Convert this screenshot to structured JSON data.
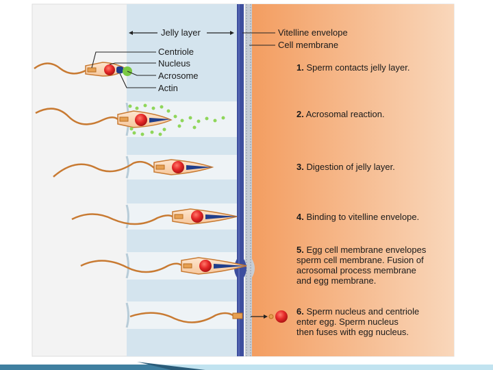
{
  "labels": {
    "jelly_layer": "Jelly layer",
    "vitelline_envelope": "Vitelline envelope",
    "cell_membrane": "Cell membrane",
    "centriole": "Centriole",
    "nucleus": "Nucleus",
    "acrosome": "Acrosome",
    "actin": "Actin"
  },
  "steps": [
    {
      "num": "1.",
      "lines": [
        "Sperm contacts jelly layer."
      ]
    },
    {
      "num": "2.",
      "lines": [
        "Acrosomal reaction."
      ]
    },
    {
      "num": "3.",
      "lines": [
        "Digestion of jelly layer."
      ]
    },
    {
      "num": "4.",
      "lines": [
        "Binding to vitelline envelope."
      ]
    },
    {
      "num": "5.",
      "lines": [
        "Egg cell membrane envelopes",
        "sperm cell membrane. Fusion of",
        "acrosomal process membrane",
        "and egg membrane."
      ]
    },
    {
      "num": "6.",
      "lines": [
        "Sperm nucleus and centriole",
        "enter egg. Sperm nucleus",
        "then fuses with egg nucleus."
      ]
    }
  ],
  "colors": {
    "jelly": "#d3e3ec",
    "jelly_dark": "#b7ccd9",
    "vitelline": "#3b4c9c",
    "membrane": "#9fa8b3",
    "egg_left": "#f4a56c",
    "egg_right": "#f8d3b4",
    "tail": "#c87a32",
    "nucleus": "#e42a2a",
    "acrosome": "#7ac943",
    "actin": "#1f3e8c",
    "background_left": "#f2f2f2",
    "bar_dark": "#3f7fa0",
    "bar_light": "#a7d7ea"
  }
}
